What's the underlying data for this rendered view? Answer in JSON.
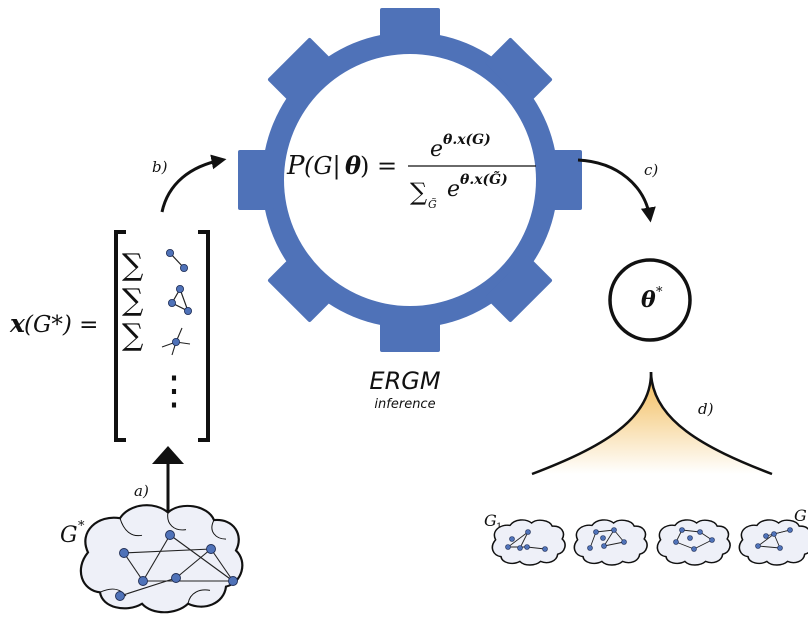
{
  "steps": {
    "a": "a)",
    "b": "b)",
    "c": "c)",
    "d": "d)"
  },
  "ergm": {
    "title": "ERGM",
    "subtitle": "inference"
  },
  "formula": {
    "lhs_P": "P",
    "lhs_G": "(G|",
    "lhs_theta": "θ",
    "lhs_close": ") =",
    "num_e": "e",
    "num_exp": "θ.x(G)",
    "den_sum": "∑",
    "den_sub": "G̃",
    "den_e": "e",
    "den_exp": "θ.x(G̃)"
  },
  "vector": {
    "x": "x",
    "arg": "(G*) =",
    "sum": "∑",
    "dots": "⋮"
  },
  "theta_star": {
    "theta": "θ",
    "star": "*"
  },
  "observed_graph": {
    "label": "G",
    "star": "*"
  },
  "samples": {
    "first": "G",
    "first_sub": "1",
    "last": "G"
  },
  "colors": {
    "gear": "#4f72b8",
    "node": "#4f72b8",
    "brain_fill": "#eef0f8",
    "cone_top": "#f1b64c"
  },
  "icons": [
    "gear-icon",
    "edge-motif-icon",
    "triangle-motif-icon",
    "star-motif-icon",
    "brain-icon"
  ]
}
